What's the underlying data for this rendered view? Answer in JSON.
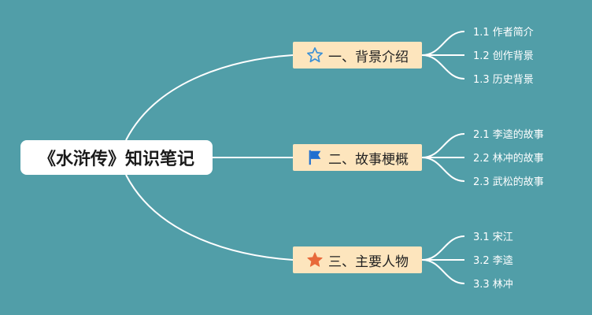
{
  "root": {
    "label": "《水浒传》知识笔记"
  },
  "branches": [
    {
      "label": "一、背景介绍",
      "icon": "star-outline-icon",
      "children": [
        "1.1 作者简介",
        "1.2 创作背景",
        "1.3 历史背景"
      ]
    },
    {
      "label": "二、故事梗概",
      "icon": "flag-icon",
      "children": [
        "2.1 李逵的故事",
        "2.2 林冲的故事",
        "2.3 武松的故事"
      ]
    },
    {
      "label": "三、主要人物",
      "icon": "star-filled-icon",
      "children": [
        "3.1 宋江",
        "3.2 李逵",
        "3.3 林冲"
      ]
    }
  ],
  "colors": {
    "background": "#519ea8",
    "root_fill": "#ffffff",
    "branch_fill": "#fde5bd",
    "connector": "#ffffff",
    "star_outline": "#3a8fd6",
    "flag": "#1f6fd0",
    "star_filled": "#e8693a"
  }
}
